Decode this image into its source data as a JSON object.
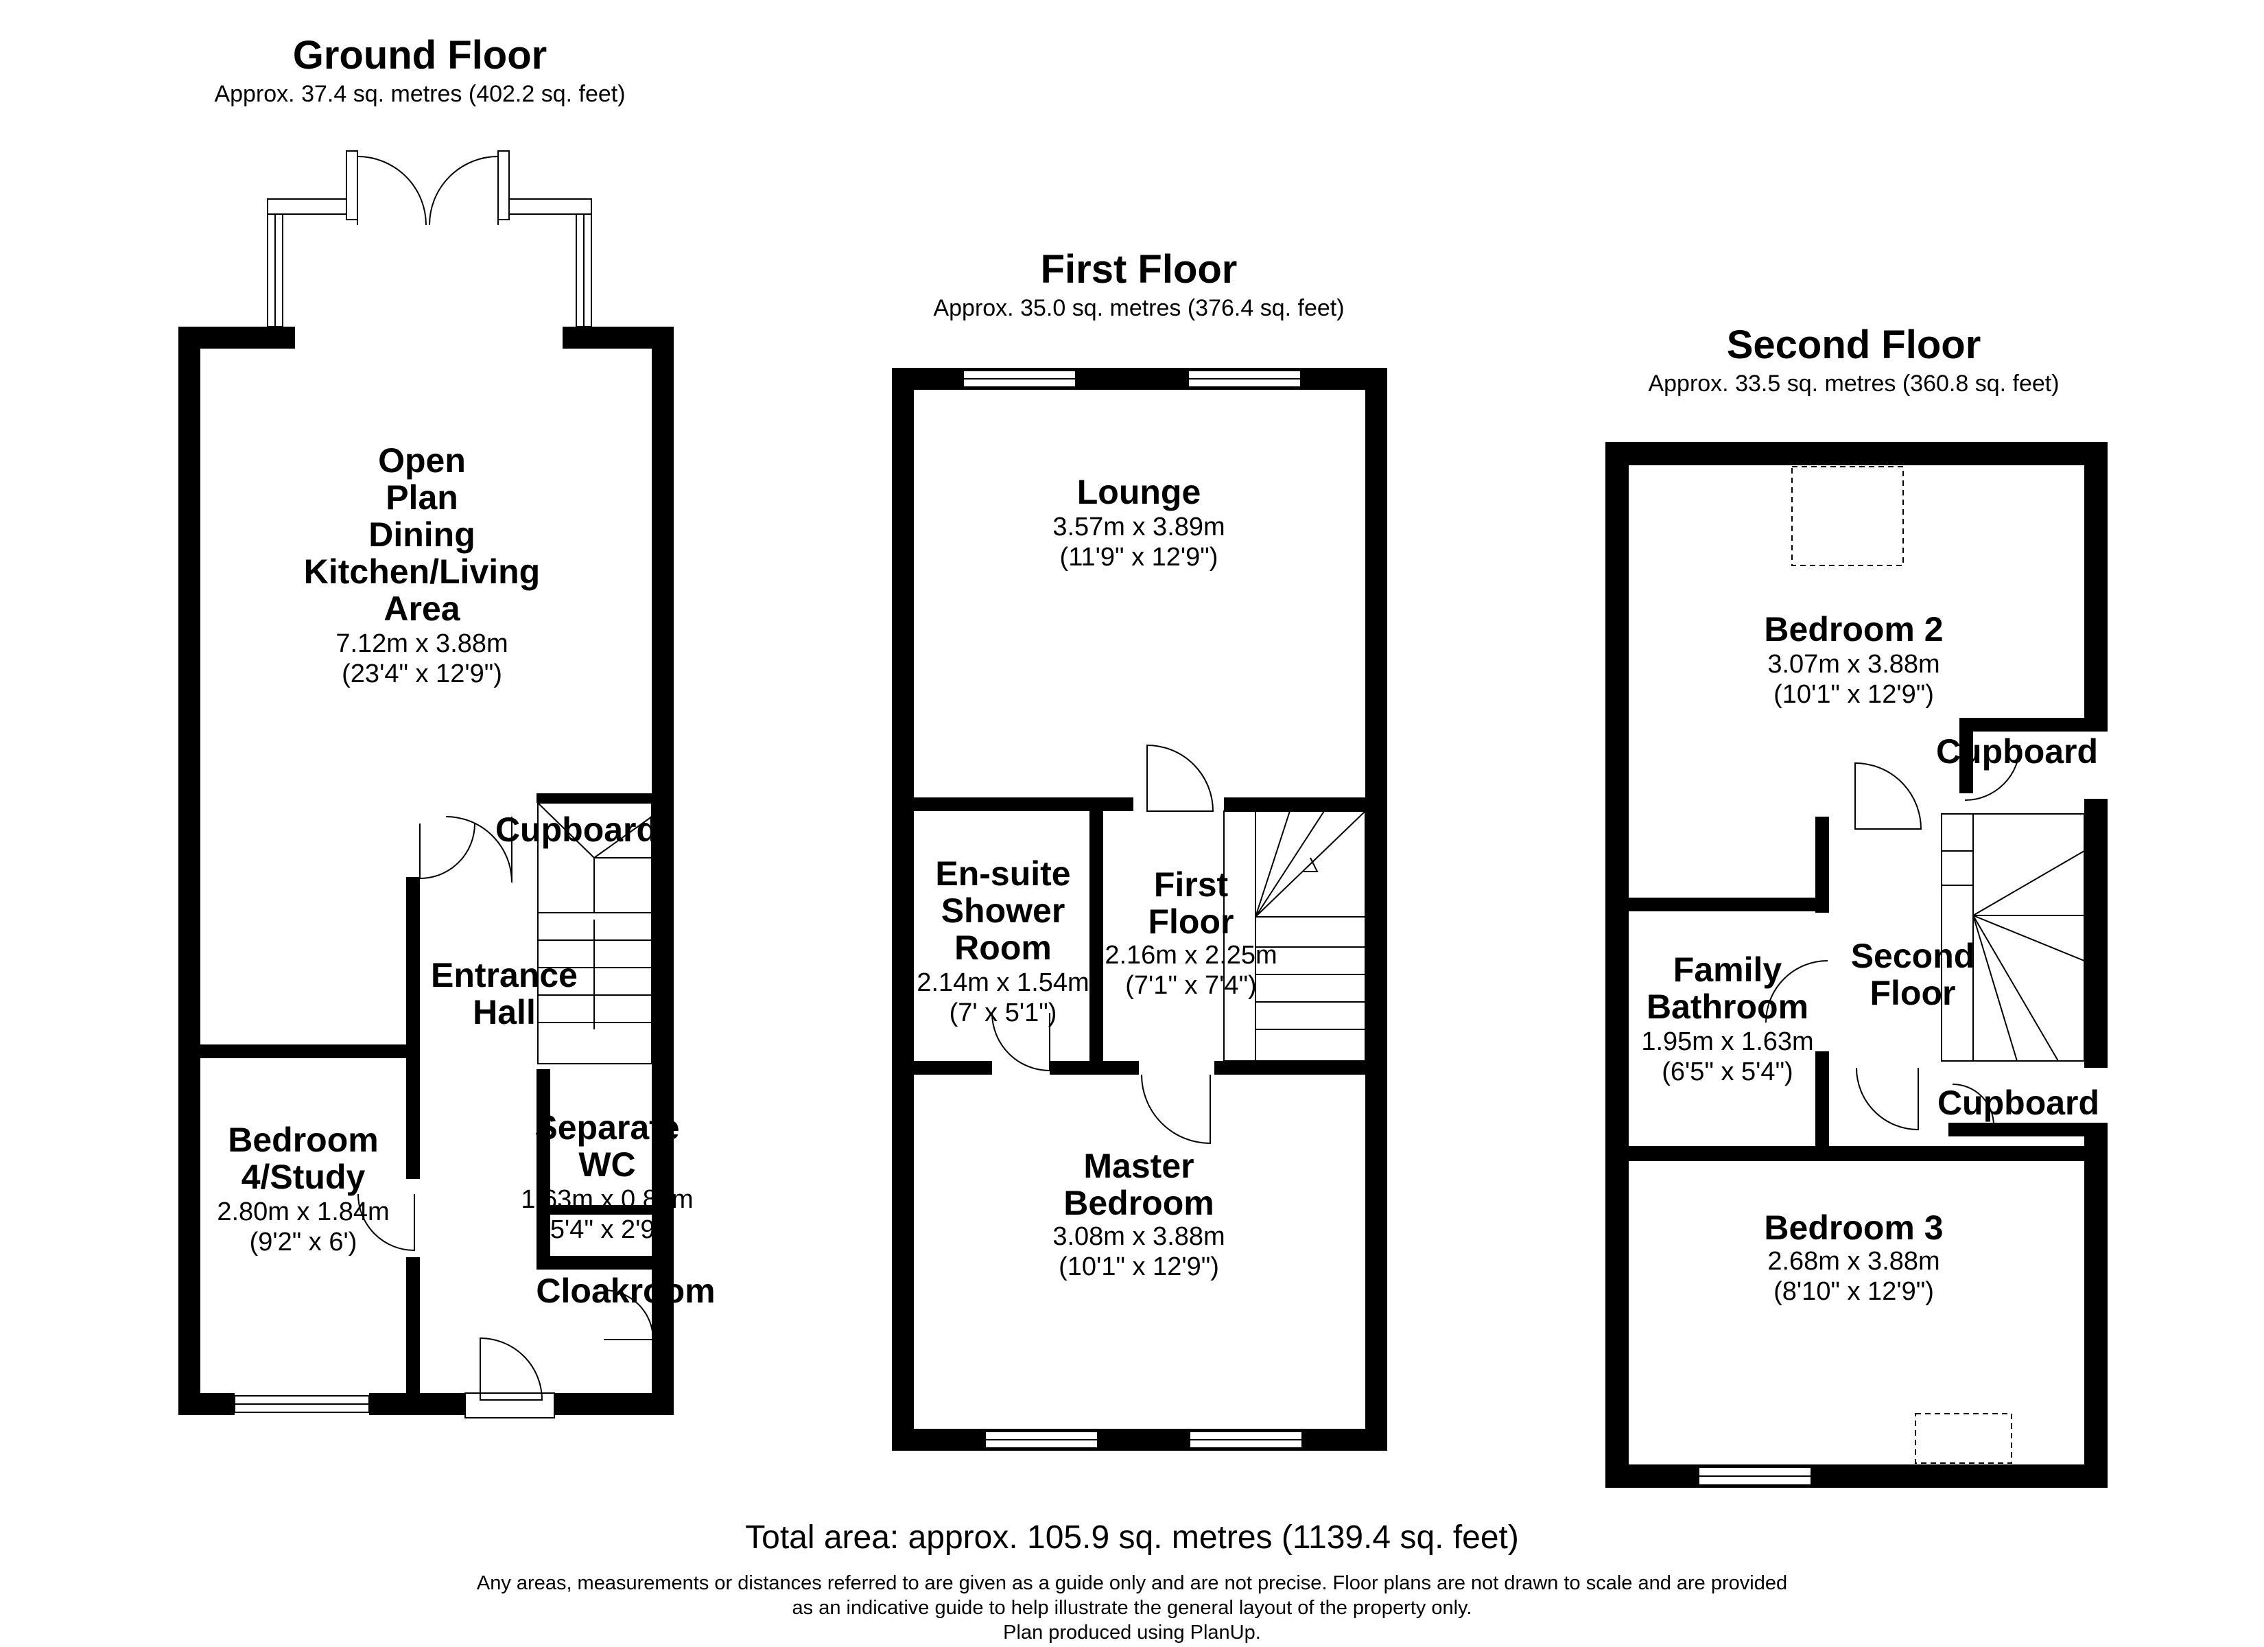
{
  "floors": {
    "ground": {
      "title": "Ground Floor",
      "area": "Approx. 37.4 sq. metres (402.2 sq. feet)",
      "rooms": {
        "kitchen": {
          "name_lines": [
            "Open",
            "Plan",
            "Dining",
            "Kitchen/Living",
            "Area"
          ],
          "dim_m": "7.12m x 3.88m",
          "dim_ft": "(23'4\" x 12'9\")"
        },
        "cupboard": {
          "name": "Cupboard"
        },
        "entrance_hall": {
          "name_lines": [
            "Entrance",
            "Hall"
          ]
        },
        "bedroom4": {
          "name_lines": [
            "Bedroom",
            "4/Study"
          ],
          "dim_m": "2.80m x 1.84m",
          "dim_ft": "(9'2\" x 6')"
        },
        "separate_wc": {
          "name_lines": [
            "Separate",
            "WC"
          ],
          "dim_m": "1.63m x 0.84m",
          "dim_ft": "(5'4\" x 2'9\")"
        },
        "cloakroom": {
          "name": "Cloakroom"
        }
      }
    },
    "first": {
      "title": "First Floor",
      "area": "Approx. 35.0 sq. metres (376.4 sq. feet)",
      "rooms": {
        "lounge": {
          "name": "Lounge",
          "dim_m": "3.57m x 3.89m",
          "dim_ft": "(11'9\" x 12'9\")"
        },
        "ensuite": {
          "name_lines": [
            "En-suite",
            "Shower",
            "Room"
          ],
          "dim_m": "2.14m x 1.54m",
          "dim_ft": "(7' x 5'1\")"
        },
        "landing": {
          "name_lines": [
            "First",
            "Floor"
          ],
          "dim_m": "2.16m x 2.25m",
          "dim_ft": "(7'1\" x 7'4\")"
        },
        "master": {
          "name_lines": [
            "Master",
            "Bedroom"
          ],
          "dim_m": "3.08m x 3.88m",
          "dim_ft": "(10'1\" x 12'9\")"
        }
      }
    },
    "second": {
      "title": "Second Floor",
      "area": "Approx. 33.5 sq. metres (360.8 sq. feet)",
      "rooms": {
        "bedroom2": {
          "name": "Bedroom 2",
          "dim_m": "3.07m x 3.88m",
          "dim_ft": "(10'1\" x 12'9\")"
        },
        "cupboard_top": {
          "name": "Cupboard"
        },
        "bathroom": {
          "name_lines": [
            "Family",
            "Bathroom"
          ],
          "dim_m": "1.95m x 1.63m",
          "dim_ft": "(6'5\" x 5'4\")"
        },
        "landing": {
          "name_lines": [
            "Second",
            "Floor"
          ]
        },
        "cupboard_bottom": {
          "name": "Cupboard"
        },
        "bedroom3": {
          "name": "Bedroom 3",
          "dim_m": "2.68m x 3.88m",
          "dim_ft": "(8'10\" x 12'9\")"
        }
      }
    }
  },
  "total_area": "Total area: approx. 105.9 sq. metres (1139.4 sq. feet)",
  "disclaimer": [
    "Any areas, measurements or distances referred to are given as a guide only and are not precise. Floor plans are not drawn to scale and are provided",
    "as an indicative guide to help illustrate the general layout of the property only.",
    "Plan produced using PlanUp."
  ],
  "colors": {
    "wall": "#000000",
    "background": "#ffffff"
  }
}
